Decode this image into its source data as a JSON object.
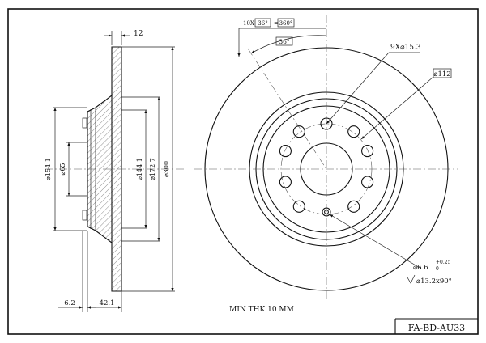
{
  "part_number": "FA-BD-AU33",
  "note": "MIN THK 10 MM",
  "side_view": {
    "dims": {
      "thickness": "12",
      "d_154": "⌀154.1",
      "d_65": "⌀65",
      "d_144": "⌀144.1",
      "d_172": "⌀172.7",
      "d_300": "⌀300",
      "offset_left": "6.2",
      "offset_depth": "42.1"
    }
  },
  "front_view": {
    "dims": {
      "pattern_count": "10X",
      "pattern_angle": "36°",
      "pattern_eq": "=",
      "pattern_total": "360°",
      "angle": "36°",
      "holes": "9X⌀15.3",
      "pcd": "⌀112",
      "pilot": "⌀6.6",
      "pilot_tol_upper": "+0.25",
      "pilot_tol_lower": "0",
      "countersink": "⌀13.2x90°"
    }
  }
}
